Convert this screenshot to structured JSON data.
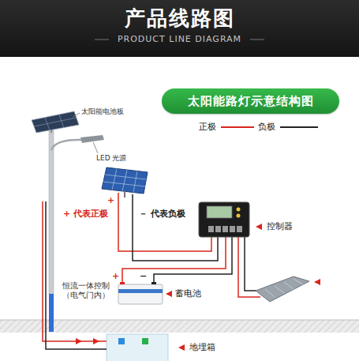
{
  "diagram": {
    "title": "产品线路图",
    "nodes": [
      {
        "text": [
          "太阳能路灯示意结构图"
        ]
      }
    ],
    "labels": [
      "PRODUCT LINE DIAGRAM",
      "太阳能电池板",
      "LED 光源",
      "+",
      "+ 代表正极",
      "－ 代表负极",
      "控制器",
      "恒流一体控制 （电气门内）",
      "+",
      "−",
      "蓄电池",
      "地埋箱"
    ],
    "legend": [
      {
        "text": "正极"
      },
      {
        "text": "负极"
      }
    ]
  }
}
